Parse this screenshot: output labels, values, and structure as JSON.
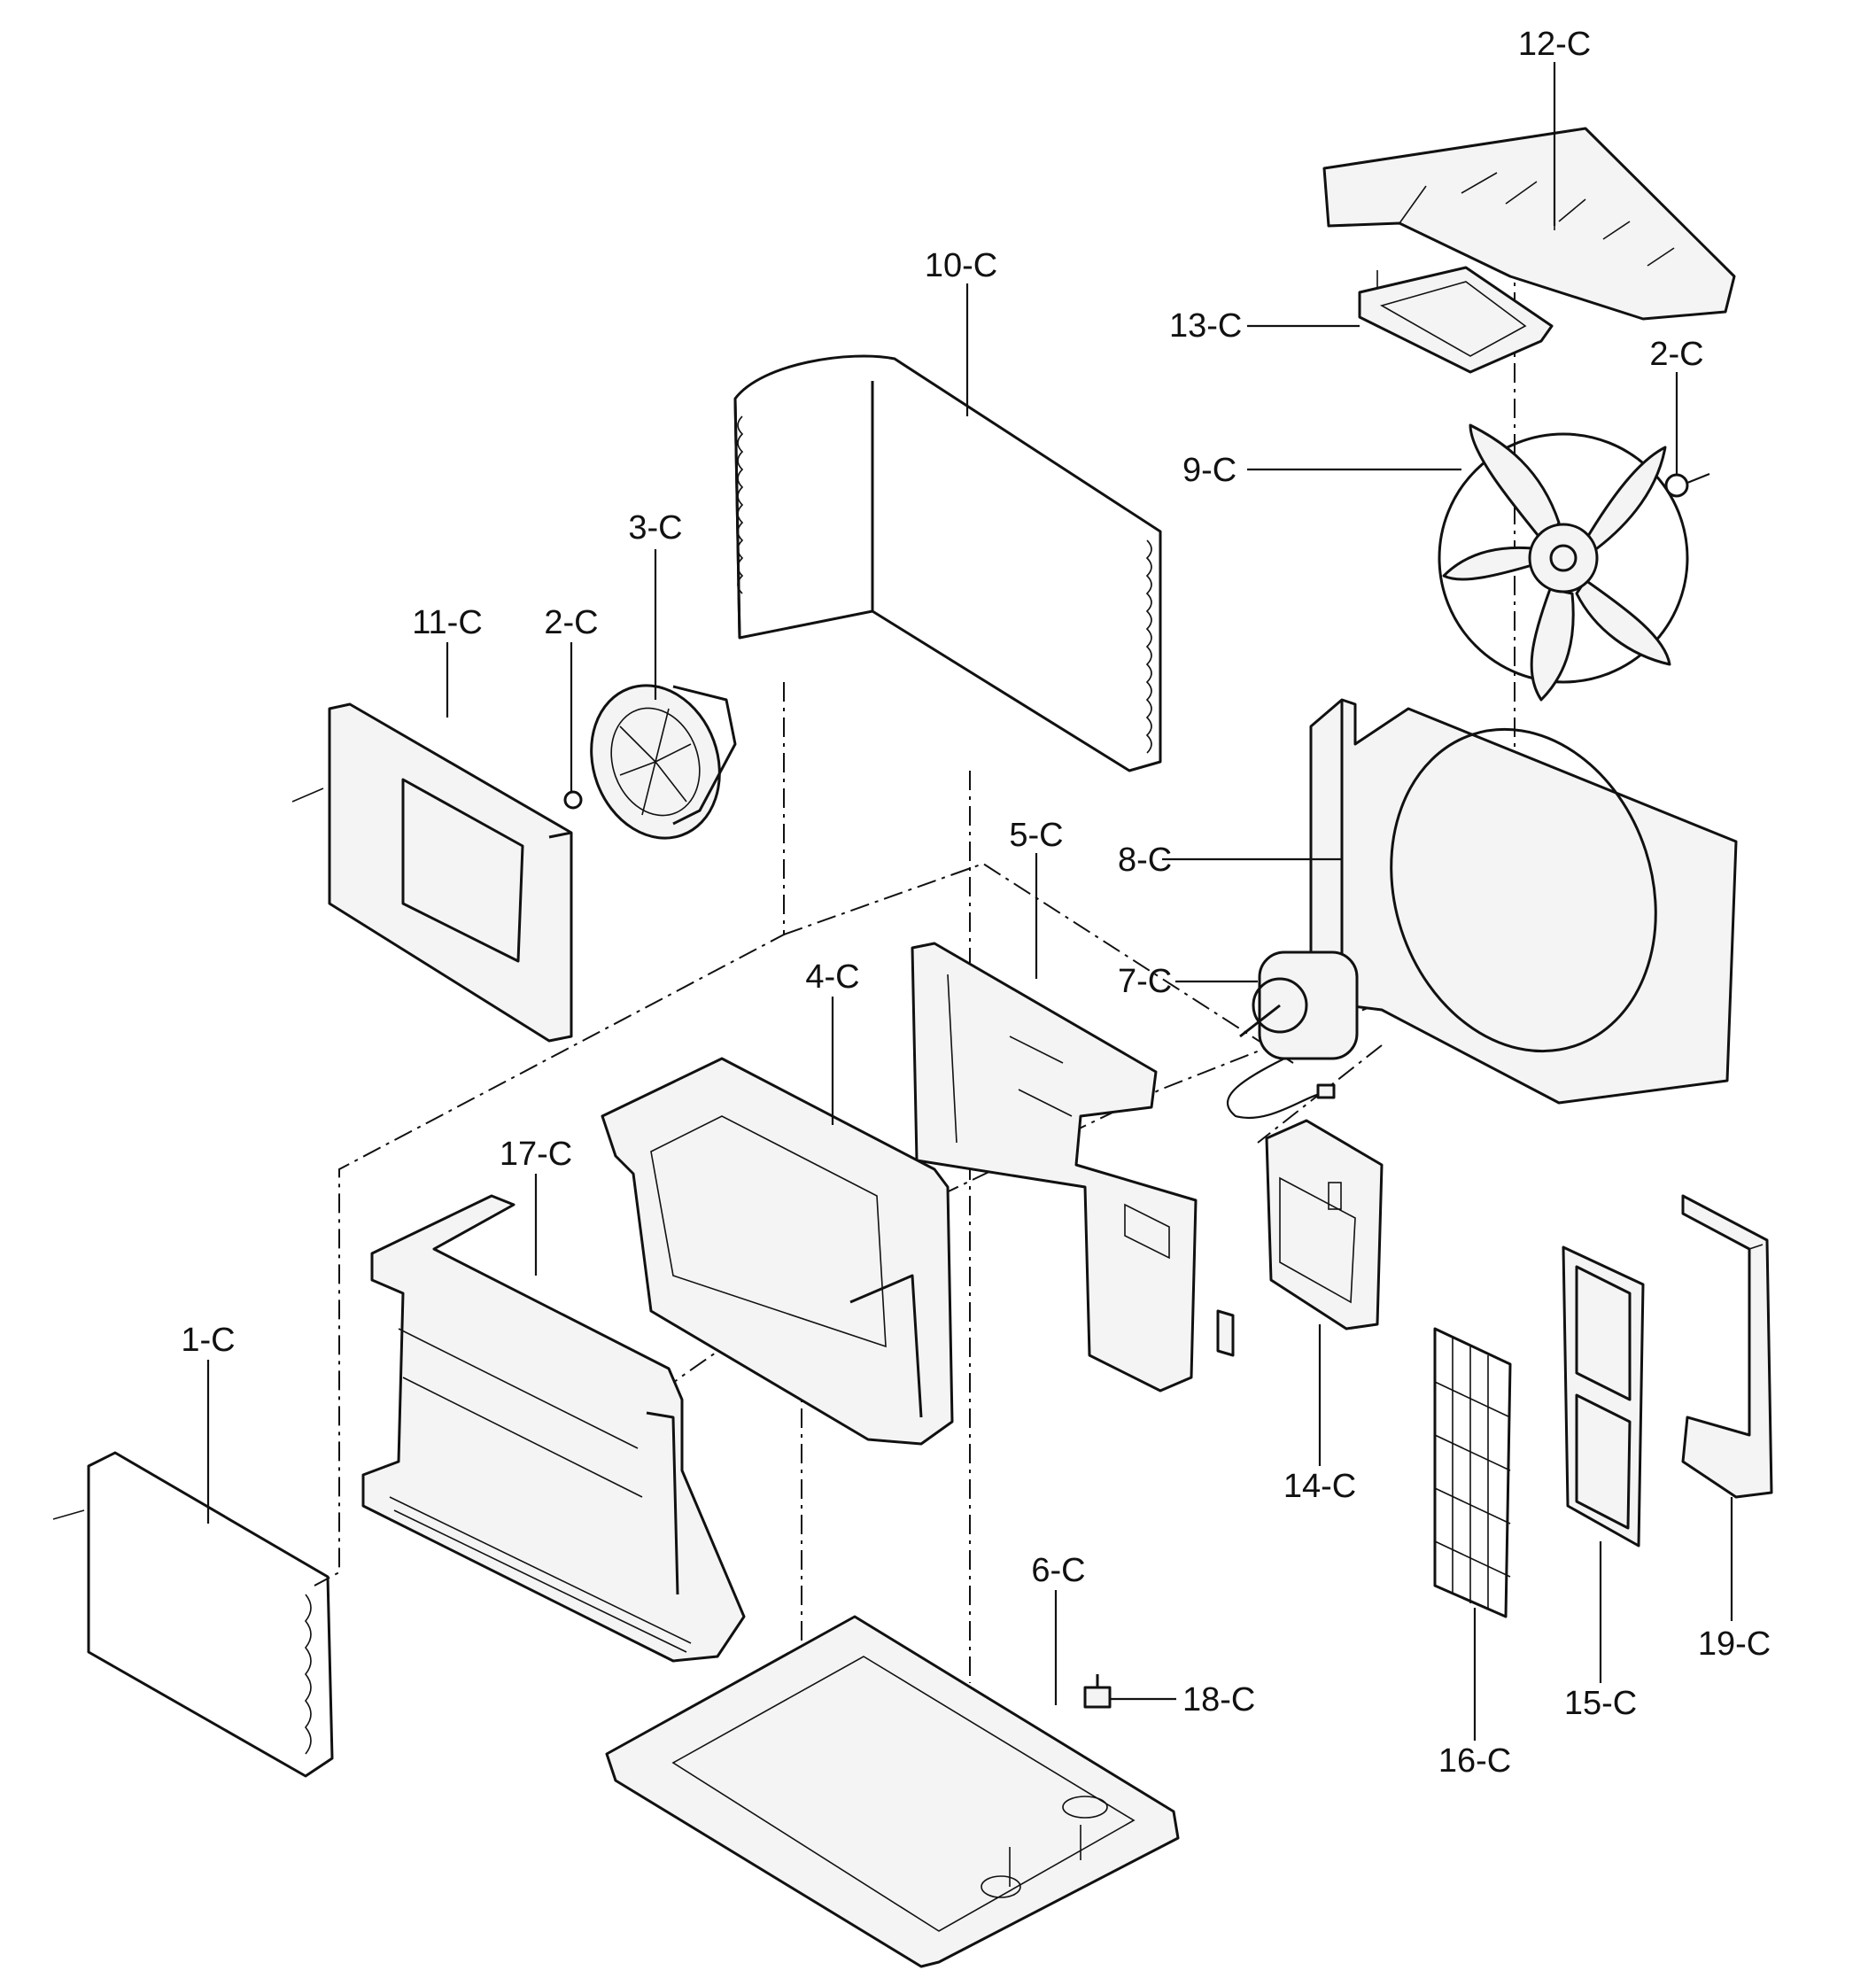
{
  "parts": [
    {
      "id": "1-C"
    },
    {
      "id": "2-C"
    },
    {
      "id": "2-C"
    },
    {
      "id": "3-C"
    },
    {
      "id": "4-C"
    },
    {
      "id": "5-C"
    },
    {
      "id": "6-C"
    },
    {
      "id": "7-C"
    },
    {
      "id": "8-C"
    },
    {
      "id": "9-C"
    },
    {
      "id": "10-C"
    },
    {
      "id": "11-C"
    },
    {
      "id": "12-C"
    },
    {
      "id": "13-C"
    },
    {
      "id": "14-C"
    },
    {
      "id": "15-C"
    },
    {
      "id": "16-C"
    },
    {
      "id": "17-C"
    },
    {
      "id": "18-C"
    },
    {
      "id": "19-C"
    }
  ]
}
